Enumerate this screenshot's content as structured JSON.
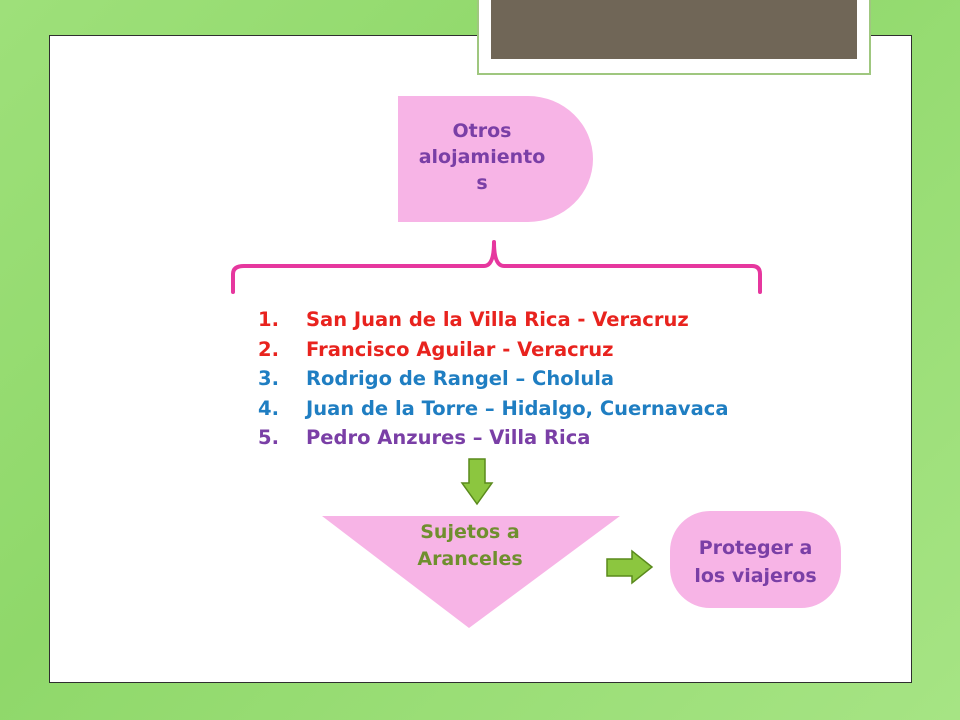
{
  "diagram": {
    "top_shape_label": "Otros alojamiento s",
    "top_shape_lines": [
      "Otros",
      "alojamiento",
      "s"
    ],
    "list_items": [
      {
        "number": "1.",
        "text": "San Juan de la Villa Rica - Veracruz",
        "color": "#e8231e"
      },
      {
        "number": "2.",
        "text": "Francisco Aguilar - Veracruz",
        "color": "#e8231e"
      },
      {
        "number": "3.",
        "text": "Rodrigo de Rangel – Cholula",
        "color": "#1f7ec2"
      },
      {
        "number": "4.",
        "text": "Juan de la Torre – Hidalgo, Cuernavaca",
        "color": "#1f7ec2"
      },
      {
        "number": "5.",
        "text": "Pedro Anzures – Villa Rica",
        "color": "#7a3fa6"
      }
    ],
    "triangle_lines": [
      "Sujetos a",
      "Aranceles"
    ],
    "rounded_lines": [
      "Proteger a",
      "los viajeros"
    ]
  },
  "colors": {
    "shape_fill": "#f7b4e6",
    "top_text": "#7a3fa6",
    "bracket": "#e6379e",
    "arrow_fill": "#8cc63f",
    "arrow_stroke": "#5a8a1c",
    "triangle_text": "#6f8f2e",
    "rounded_text": "#7a3fa6",
    "background_green": "#9ee07a",
    "tab_dark": "#706657"
  }
}
